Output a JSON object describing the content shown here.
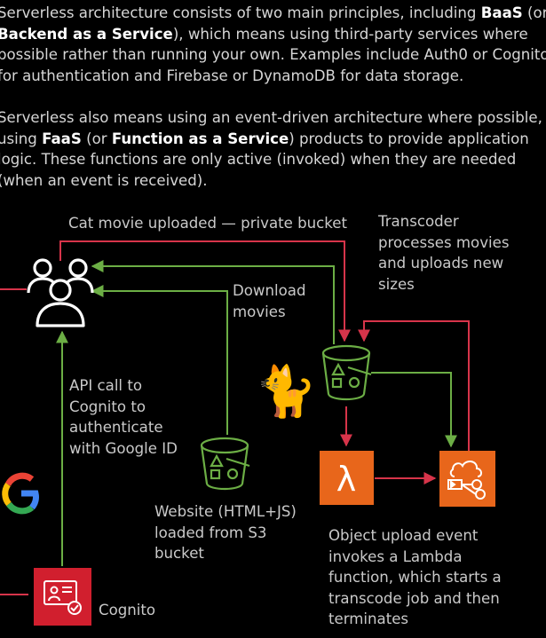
{
  "intro": {
    "p1": {
      "a": "Serverless architecture consists of two main principles, including ",
      "b": "BaaS",
      "c": " (or ",
      "d": "Backend as a Service",
      "e": "), which means using third-party services where possible rather than running your own. Examples include Auth0 or Cognito for authentication and Firebase or DynamoDB for data storage."
    },
    "p2": {
      "a": "Serverless also means using an event-driven architecture where possible, using ",
      "b": "FaaS",
      "c": " (or ",
      "d": "Function as a Service",
      "e": ") products to provide application logic. These functions are only active (invoked) when they are needed (when an event is received)."
    }
  },
  "diagram": {
    "label_upload": "Cat movie uploaded — private bucket",
    "label_transcoder": [
      "Transcoder",
      "processes movies",
      "and uploads new",
      "sizes"
    ],
    "label_download": [
      "Download",
      "movies"
    ],
    "label_api": [
      "API call to",
      "Cognito to",
      "authenticate",
      "with Google ID"
    ],
    "label_website": [
      "Website (HTML+JS)",
      "loaded from S3",
      "bucket"
    ],
    "label_event": [
      "Object upload event",
      "invokes a Lambda",
      "function, which starts a",
      "transcode job and then",
      "terminates"
    ],
    "label_cognito": "Cognito",
    "lambda_symbol": "λ",
    "cat_emoji": "🐈",
    "colors": {
      "red_arrow": "#d7344a",
      "green_arrow": "#6cae45",
      "lambda_orange": "#e8661b",
      "cognito_red": "#d11f2e"
    },
    "icons": [
      "users-icon",
      "s3-bucket-icon",
      "lambda-icon",
      "media-converter-icon",
      "cognito-icon",
      "google-icon",
      "cat-icon"
    ]
  }
}
